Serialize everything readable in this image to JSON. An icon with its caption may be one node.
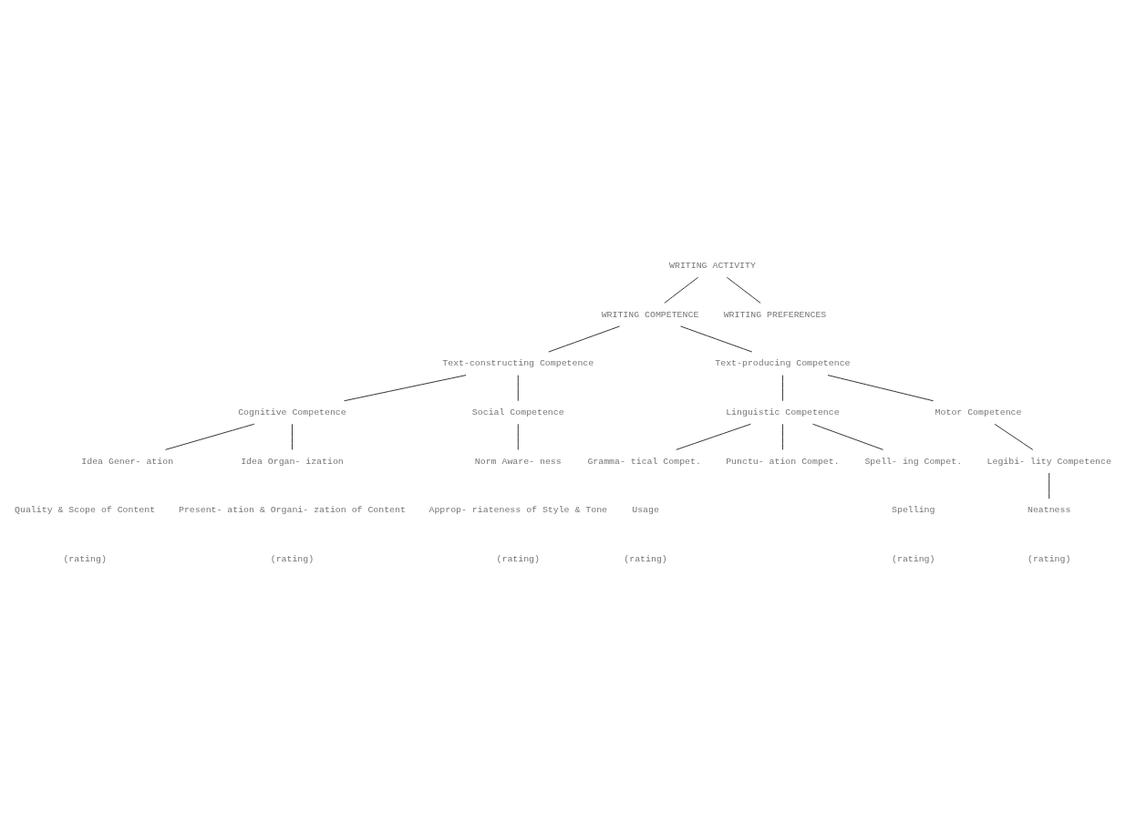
{
  "diagram": {
    "nodes": [
      {
        "text": [
          "WRITING ACTIVITY"
        ]
      },
      {
        "text": [
          "WRITING COMPETENCE"
        ]
      },
      {
        "text": [
          "WRITING PREFERENCES"
        ]
      },
      {
        "text": [
          "Text-constructing Competence"
        ]
      },
      {
        "text": [
          "Text-producing Competence"
        ]
      },
      {
        "text": [
          "Cognitive Competence"
        ]
      },
      {
        "text": [
          "Social Competence"
        ]
      },
      {
        "text": [
          "Linguistic Competence"
        ]
      },
      {
        "text": [
          "Motor Competence"
        ]
      },
      {
        "text": [
          "Idea Gener- ation"
        ]
      },
      {
        "text": [
          "Idea Organ- ization"
        ]
      },
      {
        "text": [
          "Norm Aware- ness"
        ]
      },
      {
        "text": [
          "Gramma- tical Compet."
        ]
      },
      {
        "text": [
          "Punctu- ation Compet."
        ]
      },
      {
        "text": [
          "Spell- ing Compet."
        ]
      },
      {
        "text": [
          "Legibi- lity Competence"
        ]
      },
      {
        "text": [
          "Neatness"
        ]
      }
    ],
    "edges": [
      {
        "from": 0,
        "to": 1,
        "arrow": "none"
      },
      {
        "from": 0,
        "to": 2,
        "arrow": "none"
      },
      {
        "from": 1,
        "to": 3,
        "arrow": "none"
      },
      {
        "from": 1,
        "to": 4,
        "arrow": "none"
      },
      {
        "from": 3,
        "to": 5,
        "arrow": "none"
      },
      {
        "from": 3,
        "to": 6,
        "arrow": "none"
      },
      {
        "from": 4,
        "to": 7,
        "arrow": "none"
      },
      {
        "from": 4,
        "to": 8,
        "arrow": "none"
      },
      {
        "from": 5,
        "to": 9,
        "arrow": "none"
      },
      {
        "from": 5,
        "to": 10,
        "arrow": "none"
      },
      {
        "from": 6,
        "to": 11,
        "arrow": "none"
      },
      {
        "from": 7,
        "to": 12,
        "arrow": "none"
      },
      {
        "from": 7,
        "to": 13,
        "arrow": "none"
      },
      {
        "from": 7,
        "to": 14,
        "arrow": "none"
      },
      {
        "from": 8,
        "to": 15,
        "arrow": "none"
      },
      {
        "from": 15,
        "to": 16,
        "arrow": "none"
      }
    ],
    "labels": [
      "Quality & Scope of Content",
      "Present- ation & Organi- zation of Content",
      "Approp- riateness of Style & Tone",
      "Usage",
      "Spelling",
      "(rating)",
      "(rating)",
      "(rating)",
      "(rating)",
      "(rating)",
      "(rating)"
    ]
  }
}
